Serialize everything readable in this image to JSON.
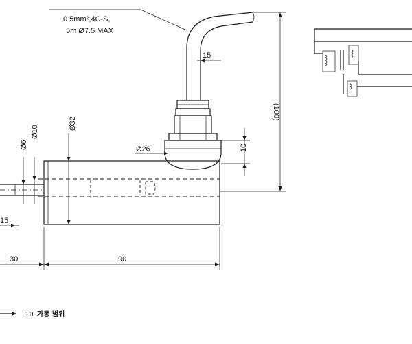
{
  "note": {
    "line1": "0.5mm²,4C-S,",
    "line2": "5m Ø7.5 MAX"
  },
  "dimensions": {
    "d15_top": "15",
    "d100": "(100)",
    "d32": "Ø32",
    "d26": "Ø26",
    "d10_right": "10",
    "d6": "Ø6",
    "d10_left": "Ø10",
    "d15_left": "15",
    "d30": "30",
    "d90": "90"
  },
  "legend": {
    "value": "10",
    "label": "가동 범위"
  },
  "colors": {
    "line": "#1a1a1a",
    "background": "#ffffff"
  }
}
